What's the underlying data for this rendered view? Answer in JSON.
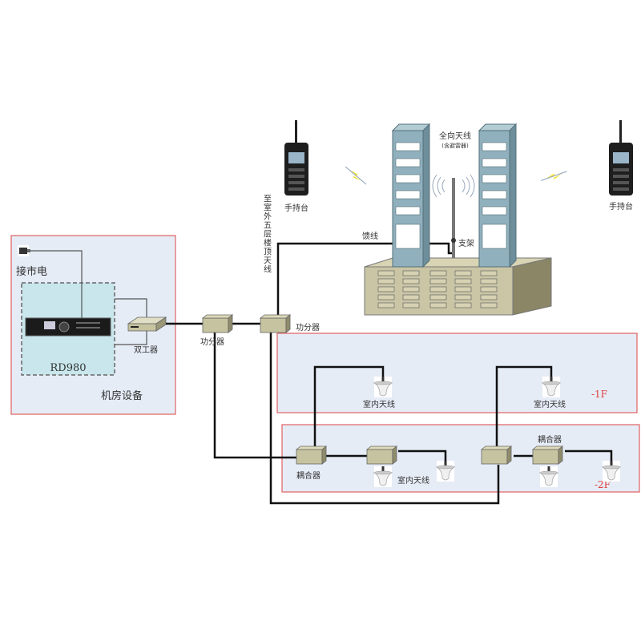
{
  "labels": {
    "mains_power": "接市电",
    "repeater_model": "RD980",
    "room_equipment": "机房设备",
    "duplexer": "双工器",
    "splitter_1": "功分器",
    "splitter_2": "功分器",
    "to_rooftop": "至室外五层楼顶天线",
    "feeder": "馈线",
    "bracket": "支架",
    "omni_antenna": "全向天线",
    "omni_antenna_note": "(含避雷器)",
    "handset_left": "手持台",
    "handset_right": "手持台",
    "floor_b1": "-1F",
    "floor_b2": "-2F",
    "indoor_antenna_1": "室内天线",
    "indoor_antenna_2": "室内天线",
    "indoor_antenna_3": "室内天线",
    "coupler_1": "耦合器",
    "coupler_2": "耦合器"
  },
  "colors": {
    "frame": "#e06060",
    "floor_fill": "#e6ecf6",
    "tower": "#8fb0bc",
    "base": "#c9c5a5"
  }
}
